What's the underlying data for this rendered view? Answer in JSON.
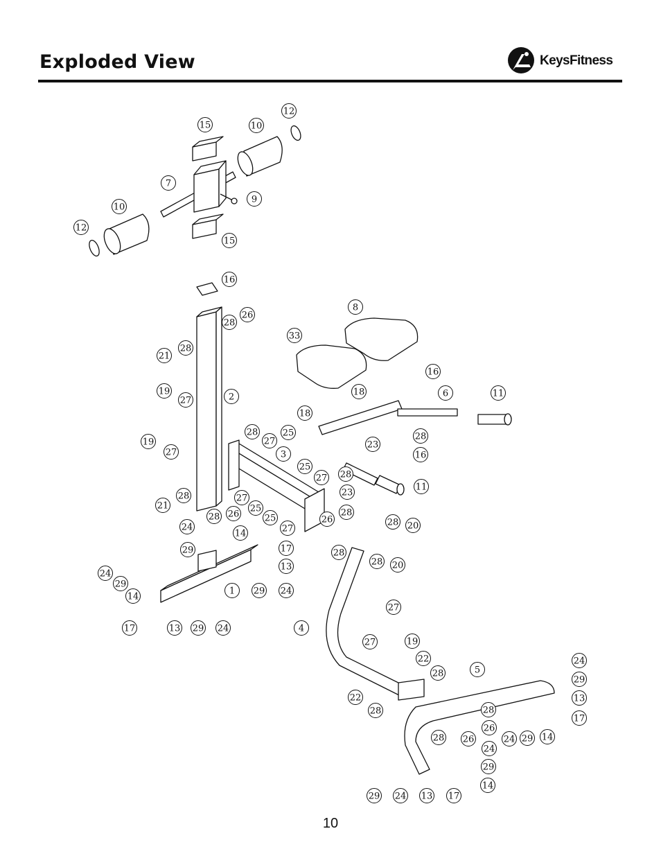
{
  "header": {
    "title": "Exploded View",
    "brand_name": "KeysFitness",
    "logo_icon": "keysfitness-runner-logo-icon"
  },
  "footer": {
    "page_number": "10"
  },
  "diagram": {
    "callouts": [
      "12",
      "15",
      "10",
      "7",
      "9",
      "10",
      "12",
      "15",
      "16",
      "26",
      "28",
      "21",
      "28",
      "8",
      "33",
      "16",
      "19",
      "27",
      "2",
      "18",
      "6",
      "11",
      "19",
      "27",
      "18",
      "28",
      "23",
      "28",
      "27",
      "25",
      "3",
      "16",
      "25",
      "27",
      "28",
      "23",
      "11",
      "21",
      "28",
      "28",
      "26",
      "27",
      "25",
      "25",
      "27",
      "26",
      "28",
      "28",
      "20",
      "24",
      "14",
      "29",
      "17",
      "28",
      "28",
      "20",
      "24",
      "29",
      "13",
      "14",
      "1",
      "29",
      "24",
      "27",
      "17",
      "13",
      "29",
      "24",
      "4",
      "27",
      "19",
      "22",
      "28",
      "5",
      "24",
      "22",
      "28",
      "29",
      "13",
      "28",
      "17",
      "28",
      "26",
      "24",
      "29",
      "14",
      "26",
      "24",
      "29",
      "24",
      "29",
      "13",
      "17",
      "14"
    ]
  }
}
